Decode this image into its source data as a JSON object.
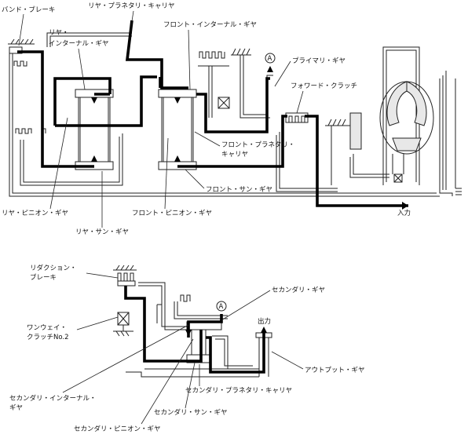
{
  "labels": {
    "band_brake": "バンド・ブレーキ",
    "rear_planetary_carrier": "リヤ・プラネタリ・キャリヤ",
    "rear_internal_gear_1": "リヤ・",
    "rear_internal_gear_2": "インターナル・ギヤ",
    "front_internal_gear": "フロント・インターナル・ギヤ",
    "primary_gear": "プライマリ・ギヤ",
    "forward_clutch": "フォワード・クラッチ",
    "front_planetary_carrier_1": "フロント・プラネタリ・",
    "front_planetary_carrier_2": "キャリヤ",
    "front_sun_gear": "フロント・サン・ギヤ",
    "rear_pinion_gear": "リヤ・ピニオン・ギヤ",
    "front_pinion_gear": "フロント・ピニオン・ギヤ",
    "rear_sun_gear": "リヤ・サン・ギヤ",
    "input": "入力",
    "reduction_brake_1": "リダクション・",
    "reduction_brake_2": "ブレーキ",
    "secondary_gear": "セカンダリ・ギヤ",
    "oneway_clutch_1": "ワンウェイ・",
    "oneway_clutch_2": "クラッチNo.2",
    "output": "出力",
    "output_gear": "アウトプット・ギヤ",
    "secondary_planetary_carrier": "セカンダリ・プラネタリ・キャリヤ",
    "secondary_internal_gear_1": "セカンダリ・インターナル・",
    "secondary_internal_gear_2": "ギヤ",
    "secondary_sun_gear": "セカンダリ・サン・ギヤ",
    "secondary_pinion_gear": "セカンダリ・ピニオン・ギヤ",
    "marker_a_top": "A",
    "marker_a_bottom": "A"
  }
}
